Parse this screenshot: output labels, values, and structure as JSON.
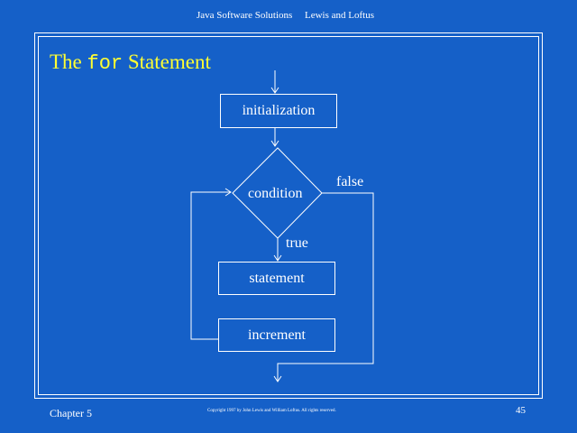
{
  "header": {
    "book_title": "Java Software Solutions",
    "authors": "Lewis and Loftus"
  },
  "slide": {
    "title_prefix": "The ",
    "title_code": "for",
    "title_suffix": " Statement"
  },
  "flowchart": {
    "init_label": "initialization",
    "condition_label": "condition",
    "true_label": "true",
    "false_label": "false",
    "statement_label": "statement",
    "increment_label": "increment"
  },
  "footer": {
    "chapter": "Chapter 5",
    "copyright": "Copyright 1997 by John Lewis and William Loftus.  All rights reserved.",
    "page_number": "45"
  },
  "colors": {
    "background": "#1560c8",
    "title": "#ffff33",
    "lines": "#ffffff"
  }
}
